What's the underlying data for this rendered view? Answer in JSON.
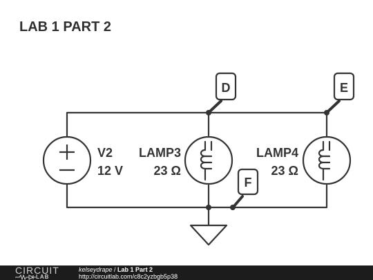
{
  "title": "LAB 1 PART 2",
  "components": {
    "source": {
      "name": "V2",
      "value": "12 V"
    },
    "lamp3": {
      "name": "LAMP3",
      "value": "23 Ω"
    },
    "lamp4": {
      "name": "LAMP4",
      "value": "23 Ω"
    }
  },
  "nodes": {
    "d": "D",
    "e": "E",
    "f": "F"
  },
  "footer": {
    "logo_top": "CIRCUIT",
    "logo_bottom": "LAB",
    "user": "kelseydrape",
    "separator": " / ",
    "project": "Lab 1 Part 2",
    "url": "http://circuitlab.com/c8c2yzbgb5p38"
  },
  "colors": {
    "wire": "#333333",
    "footer_bg": "#1c1c1c",
    "background": "#ffffff"
  }
}
